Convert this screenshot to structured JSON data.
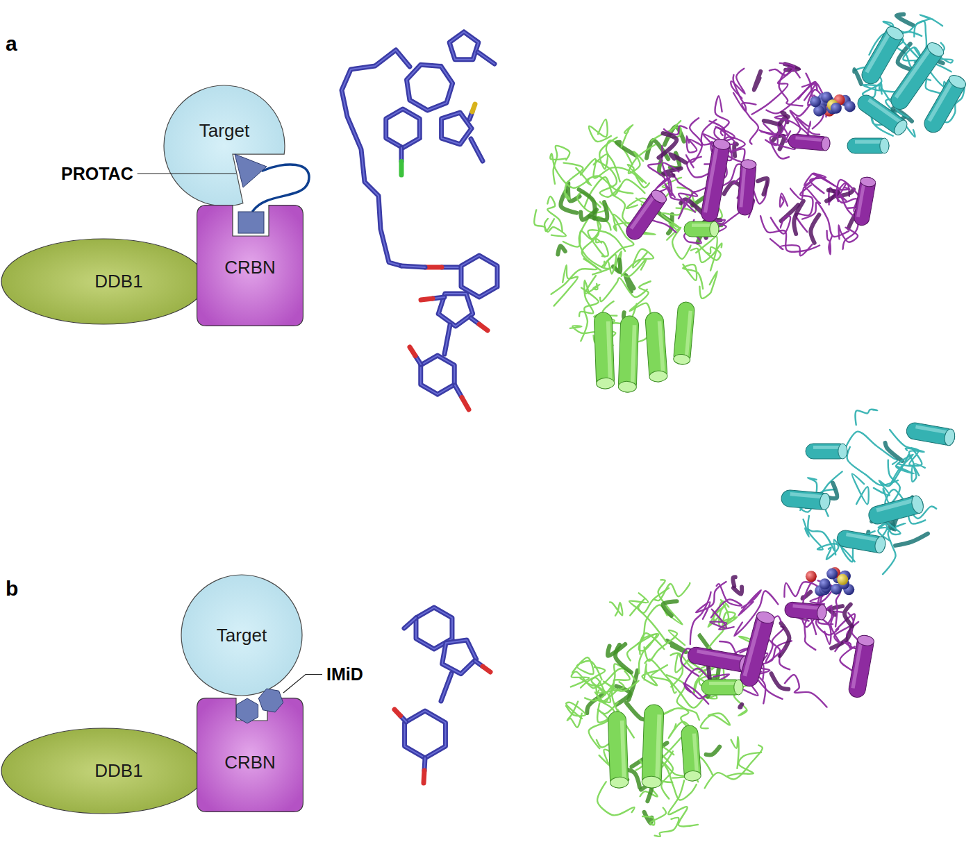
{
  "diagram": {
    "nodes": [
      {
        "text": [
          "Target"
        ]
      },
      {
        "text": [
          "DDB1"
        ]
      },
      {
        "text": [
          "CRBN"
        ]
      },
      {
        "text": [
          "Target"
        ]
      },
      {
        "text": [
          "DDB1"
        ]
      },
      {
        "text": [
          "CRBN"
        ]
      }
    ],
    "labels": [
      "a",
      "PROTAC",
      "b",
      "IMiD"
    ]
  }
}
